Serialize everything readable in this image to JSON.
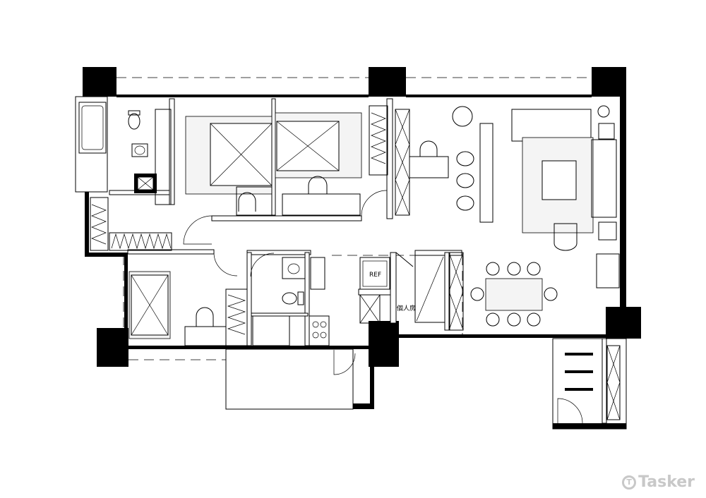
{
  "plan": {
    "labels": {
      "fridge": "REF",
      "private_room": "個人房"
    }
  },
  "watermark": {
    "text": "Tasker",
    "icon_letter": "T"
  },
  "colors": {
    "wall": "#000000",
    "line": "#000000",
    "background": "#ffffff",
    "watermark": "#c8c8c8"
  }
}
